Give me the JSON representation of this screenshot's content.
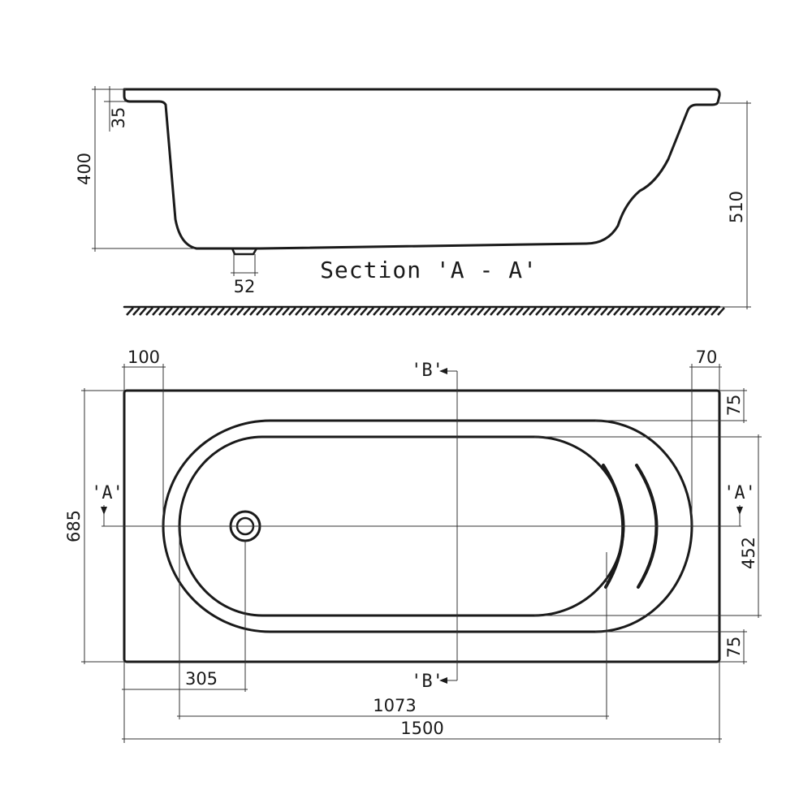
{
  "section_label": "Section 'A - A'",
  "markers": {
    "a_left": "'A'",
    "a_right": "'A'",
    "b_top": "'B'",
    "b_bottom": "'B'"
  },
  "dimensions": {
    "rim_thickness": "35",
    "inner_depth": "400",
    "total_height": "510",
    "waste_outlet": "52",
    "left_rim": "100",
    "right_rim": "70",
    "top_rim": "75",
    "bottom_rim": "75",
    "overall_width": "685",
    "inner_width": "452",
    "drain_offset": "305",
    "inner_length": "1073",
    "overall_length": "1500"
  }
}
